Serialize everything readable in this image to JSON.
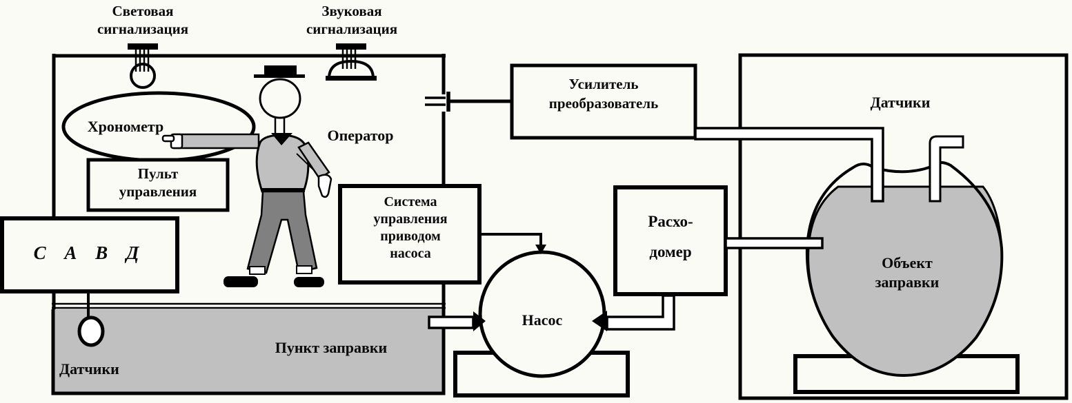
{
  "diagram": {
    "type": "schematic",
    "language": "ru",
    "colors": {
      "background": "#fbfbf6",
      "line": "#000000",
      "light_gray": "#c0c0c0",
      "dark_gray": "#808080"
    },
    "labels": {
      "light_alarm": "Световая сигнализация",
      "sound_alarm": "Звуковая сигнализация",
      "chronometer": "Хронометр",
      "operator": "Оператор",
      "control_panel": "Пульт управления",
      "savd": "С А В Д",
      "amplifier": "Усилитель преобразователь",
      "sensors_tank": "Датчики",
      "pump_control_system": "Система управления приводом насоса",
      "flow_meter_line1": "Расхо-",
      "flow_meter_line2": "домер",
      "pump": "Насос",
      "fueling_point": "Пункт заправки",
      "sensors_fueling_point": "Датчики",
      "fueling_object": "Объект заправки"
    }
  }
}
